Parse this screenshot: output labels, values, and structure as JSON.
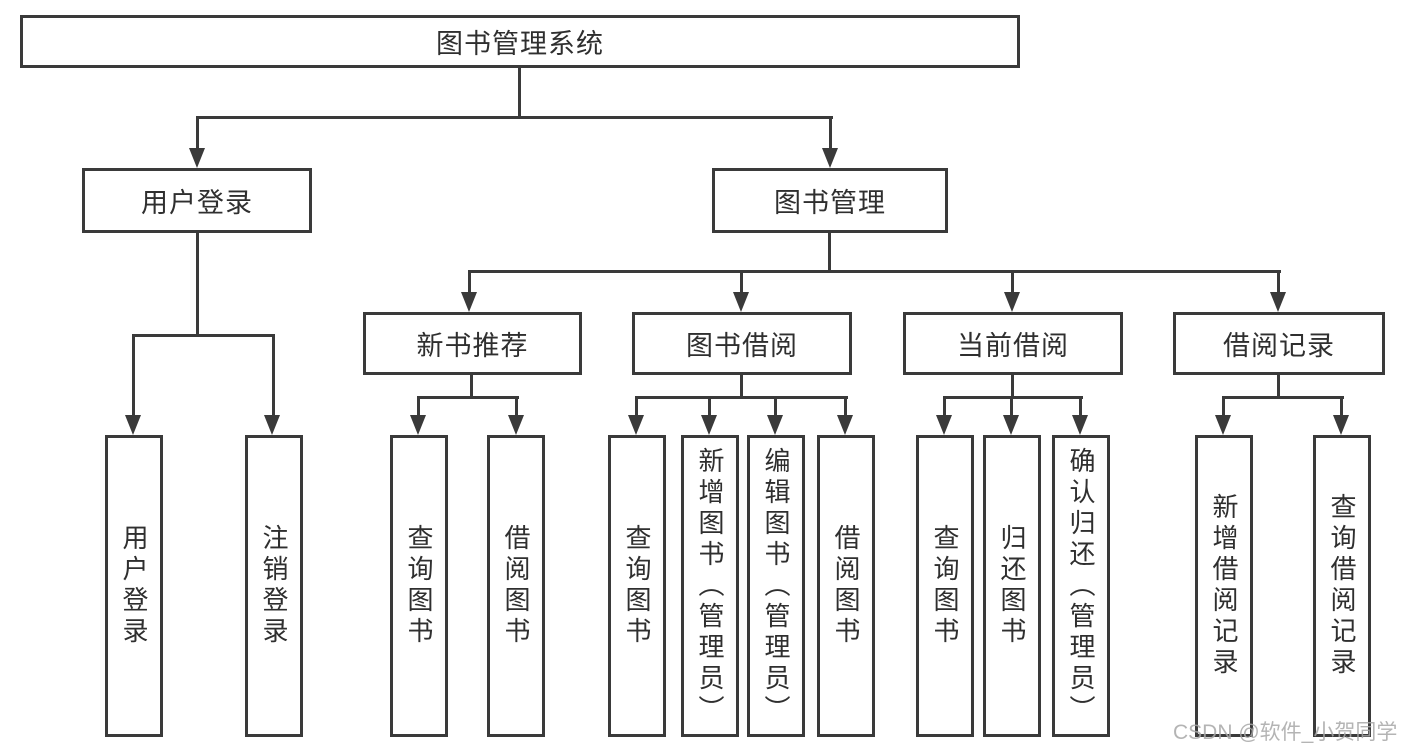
{
  "diagram": {
    "tree": {
      "label": "图书管理系统",
      "children": [
        {
          "label": "用户登录",
          "children": [
            {
              "label": "用户登录"
            },
            {
              "label": "注销登录"
            }
          ]
        },
        {
          "label": "图书管理",
          "children": [
            {
              "label": "新书推荐",
              "children": [
                {
                  "label": "查询图书"
                },
                {
                  "label": "借阅图书"
                }
              ]
            },
            {
              "label": "图书借阅",
              "children": [
                {
                  "label": "查询图书"
                },
                {
                  "label": "新增图书（管理员）"
                },
                {
                  "label": "编辑图书（管理员）"
                },
                {
                  "label": "借阅图书"
                }
              ]
            },
            {
              "label": "当前借阅",
              "children": [
                {
                  "label": "查询图书"
                },
                {
                  "label": "归还图书"
                },
                {
                  "label": "确认归还（管理员）"
                }
              ]
            },
            {
              "label": "借阅记录",
              "children": [
                {
                  "label": "新增借阅记录"
                },
                {
                  "label": "查询借阅记录"
                }
              ]
            }
          ]
        }
      ]
    },
    "colors": {
      "line": "#3a3a3a",
      "text": "#2f2f2f",
      "background": "#ffffff",
      "watermark": "#a8a8a8"
    }
  },
  "watermark": {
    "text": "CSDN @软件_小贺同学"
  }
}
